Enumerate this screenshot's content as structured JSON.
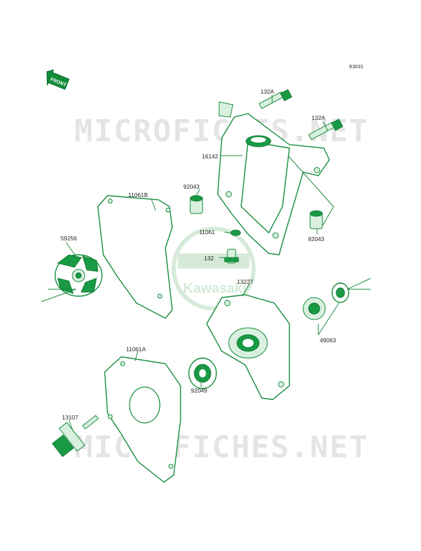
{
  "diagram_code": "E3031",
  "front_arrow": "FRONT",
  "watermark": [
    "MICROFICHES.NET",
    "MICROFICHES.NET"
  ],
  "logo": "Kawasaki",
  "part_labels": {
    "p132A_1": "132A",
    "p132A_2": "132A",
    "p16142": "16142",
    "p92043_l": "92043",
    "p92043_r": "92043",
    "p11061B": "11061B",
    "p59256": "59256",
    "p11061": "11061",
    "p132": "132",
    "p13227": "13227",
    "p49063": "49063",
    "p11061A": "11061A",
    "p92049": "92049",
    "p13107": "13107"
  },
  "colors": {
    "line": "#1e8a3a",
    "part_fill": "#1a9a45",
    "watermark": "#e4e4e4"
  }
}
